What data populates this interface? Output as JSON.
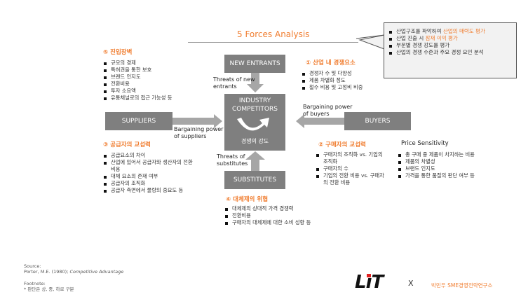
{
  "title": "5 Forces Analysis",
  "callout": {
    "items": [
      {
        "a": "산업구조를 파악하여 ",
        "b": "산업의 매력도 평가"
      },
      {
        "a": "산업 진출 시 ",
        "b": "잠재 이익 평가"
      },
      {
        "a": "부문별 경쟁 강도를 평가",
        "b": ""
      },
      {
        "a": "산업의 경쟁 수준과 주요 경쟁 요인 분석",
        "b": ""
      }
    ]
  },
  "boxes": {
    "new_entrants": "NEW ENTRANTS",
    "industry": "INDUSTRY COMPETITORS",
    "industry_sub": "경쟁의 강도",
    "substitutes": "SUBSTITUTES",
    "suppliers": "SUPPLIERS",
    "buyers": "BUYERS"
  },
  "arrows": {
    "new_entrants": "Threats of new entrants",
    "substitutes": "Threats of substitutes",
    "suppliers": "Bargaining power of suppliers",
    "buyers": "Bargaining power of buyers"
  },
  "sections": {
    "entry": {
      "head": "⑤ 진입장벽",
      "items": [
        "규모의 경제",
        "특허권을 통한 보호",
        "브랜드 인지도",
        "전환비용",
        "투자 소요액",
        "유통채널로의 접근 가능성 등"
      ]
    },
    "rivalry": {
      "head": "① 산업 내 경쟁요소",
      "items": [
        "경쟁자 수 및 다양성",
        "제품 차별화 정도",
        "철수 비용 및 고정비 비중"
      ]
    },
    "suppliers": {
      "head": "③ 공급자의 교섭력",
      "items": [
        "공급요소의 차이",
        "산업에 있어서 공급자와 생산자의 전환비용",
        "대체 요소의 존재 여부",
        "공급자의 조직화",
        "공급자 측면에서 물량의 중요도 등"
      ]
    },
    "buyers": {
      "head": "② 구매자의 교섭력",
      "items": [
        "구매자의 조직화 vs. 기업의 조직화",
        "구매자의 수",
        "기업의 전환 비용 vs. 구매자의 전환 비용"
      ]
    },
    "price": {
      "head": "Price Sensitivity",
      "items": [
        "총 구매 중 제품이 차지하는 비용",
        "제품의 차별성",
        "브랜드 인지도",
        "가격을 통한 품질의 판단 여부 등"
      ]
    },
    "substitutes": {
      "head": "④ 대체제의 위협",
      "items": [
        "대체제의 상대적 가격 경쟁력",
        "전환비용",
        "구매자의 대체제에 대한 소비 성향 등"
      ]
    }
  },
  "footer": {
    "source_label": "Source:",
    "source_text": "Porter, M.E. (1980); ",
    "source_italic": "Competitive Advantage",
    "footnote_label": "Footnote:",
    "footnote_text": "* 판단은 상, 중, 하로 구분",
    "logo": "LiT",
    "x": "X",
    "org": "박민우 SME경영전략연구소"
  }
}
